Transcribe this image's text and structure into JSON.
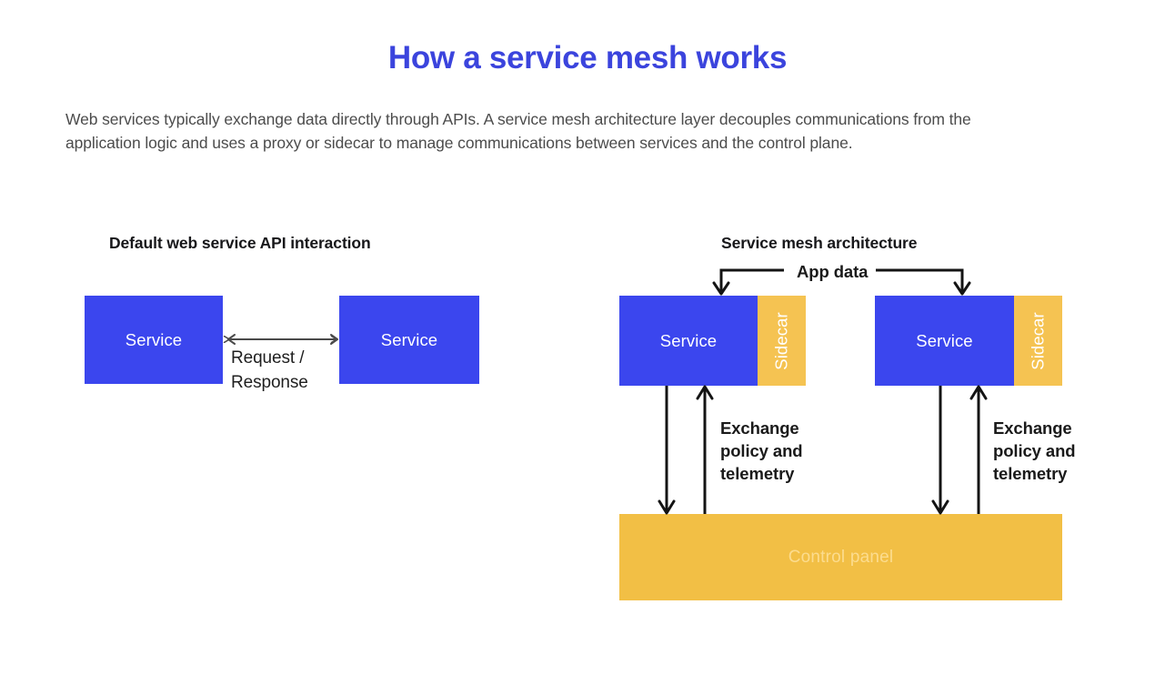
{
  "page": {
    "title": "How a service mesh works",
    "intro": "Web services typically exchange data directly through APIs. A service mesh architecture layer decouples communications from the application logic and uses a proxy or sidecar to manage communications between services and the control plane.",
    "background": "#ffffff"
  },
  "colors": {
    "title_blue": "#3b44dd",
    "service_blue": "#3b46ee",
    "sidecar_amber": "#f5c352",
    "control_amber": "#f2bf45",
    "control_label": "#fcdc8e",
    "arrow_black": "#141414",
    "arrow_gray": "#4a4a4a",
    "body_text": "#4c4c4c"
  },
  "diagram_left": {
    "heading": "Default web service API interaction",
    "boxes": [
      {
        "label": "Service",
        "kind": "service"
      },
      {
        "label": "Service",
        "kind": "service"
      }
    ],
    "connector_label": "Request /\nResponse",
    "connector_type": "bidirectional-horizontal-arrow"
  },
  "diagram_right": {
    "heading": "Service mesh architecture",
    "app_data_label": "App data",
    "nodes": [
      {
        "service_label": "Service",
        "sidecar_label": "Sidecar",
        "exchange_label": "Exchange\npolicy and\ntelemetry"
      },
      {
        "service_label": "Service",
        "sidecar_label": "Sidecar",
        "exchange_label": "Exchange\npolicy and\ntelemetry"
      }
    ],
    "control_panel_label": "Control panel"
  },
  "chart_data": {
    "type": "diagram",
    "title": "How a service mesh works",
    "panels": [
      {
        "name": "Default web service API interaction",
        "nodes": [
          "Service",
          "Service"
        ],
        "edges": [
          {
            "from": "Service",
            "to": "Service",
            "label": "Request / Response",
            "direction": "both"
          }
        ]
      },
      {
        "name": "Service mesh architecture",
        "nodes": [
          "Service",
          "Sidecar",
          "Service",
          "Sidecar",
          "Control panel"
        ],
        "edges": [
          {
            "from": "App data",
            "to": "Service 1",
            "label": "App data",
            "direction": "down"
          },
          {
            "from": "App data",
            "to": "Service 2",
            "label": "App data",
            "direction": "down"
          },
          {
            "from": "Service 1",
            "to": "Control panel",
            "label": "Exchange policy and telemetry",
            "direction": "both"
          },
          {
            "from": "Service 2",
            "to": "Control panel",
            "label": "Exchange policy and telemetry",
            "direction": "both"
          }
        ]
      }
    ]
  }
}
